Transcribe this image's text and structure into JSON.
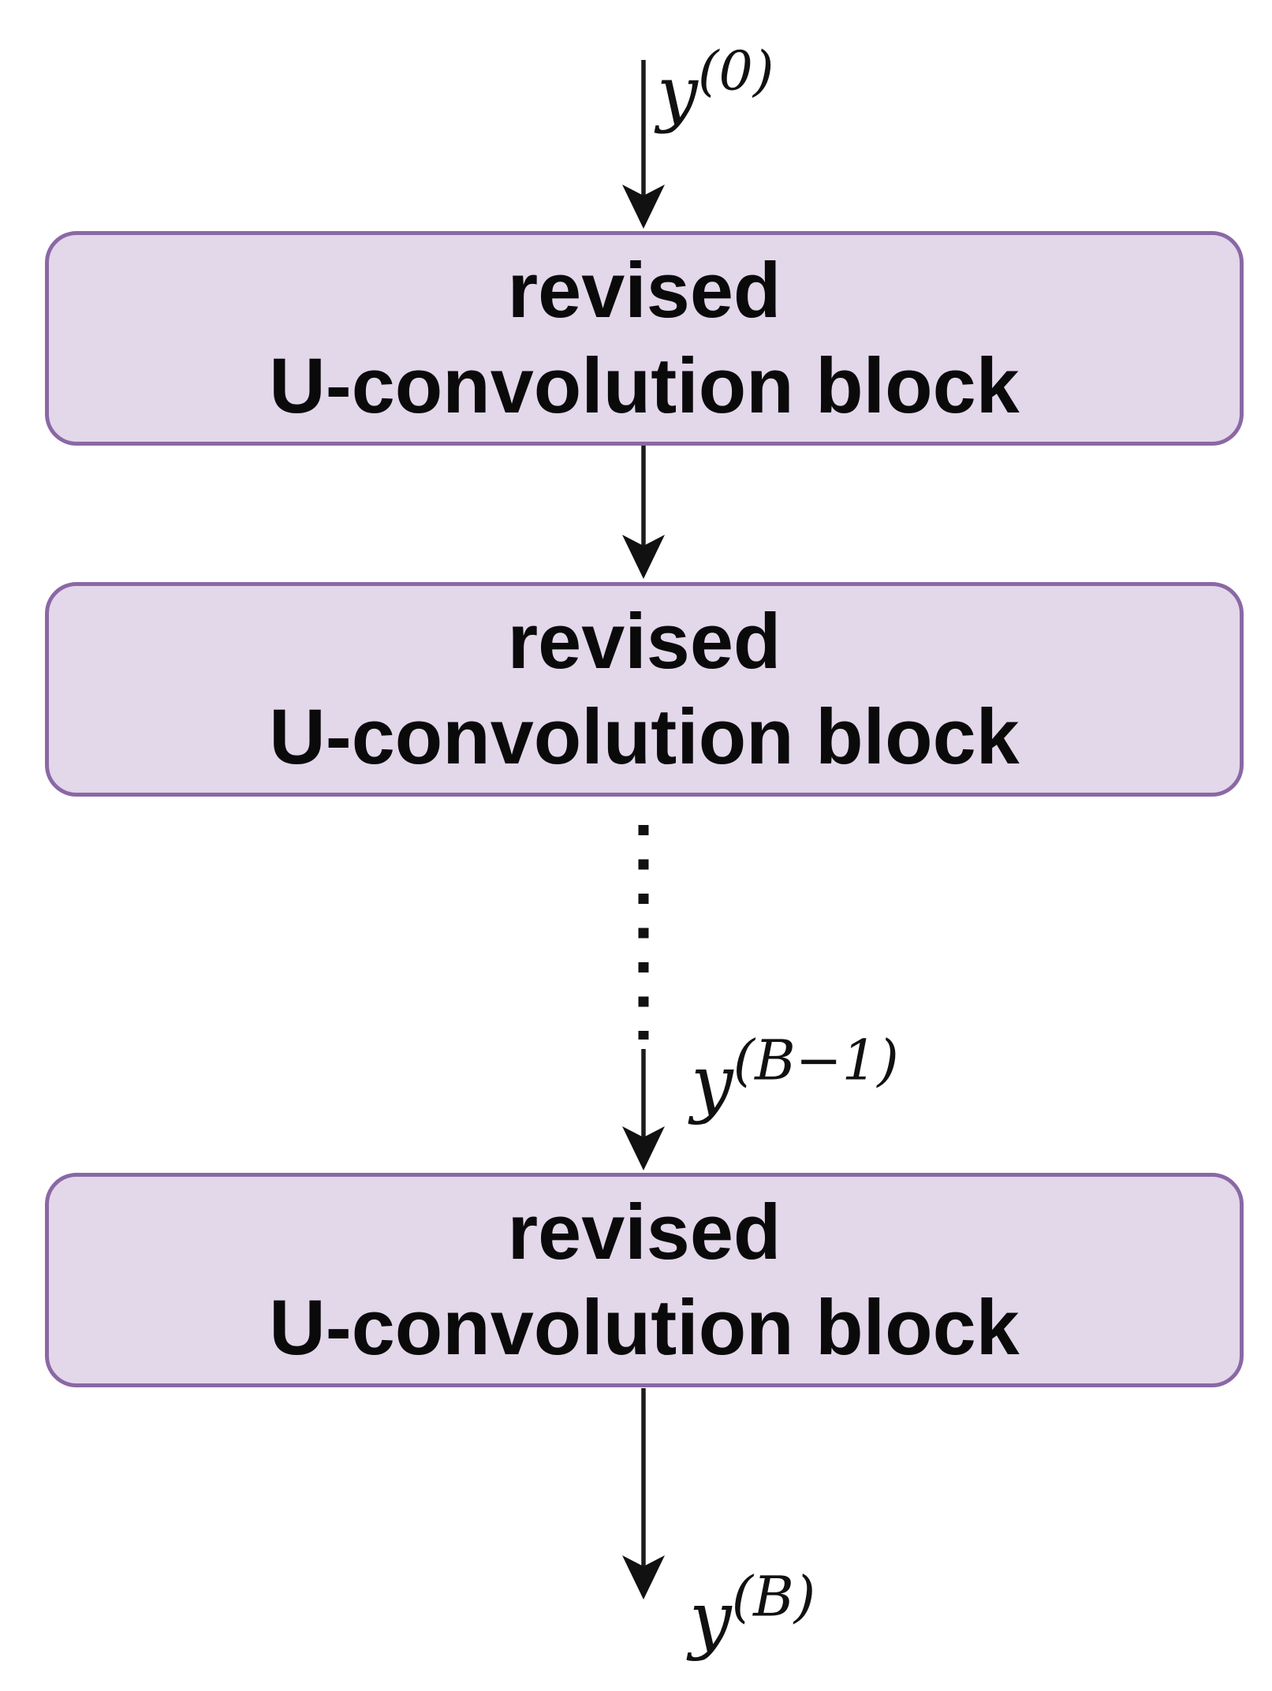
{
  "figure": {
    "blocks": [
      {
        "line1": "revised",
        "line2": "U-convolution block"
      },
      {
        "line1": "revised",
        "line2": "U-convolution block"
      },
      {
        "line1": "revised",
        "line2": "U-convolution block"
      }
    ],
    "labels": {
      "input": {
        "base": "y",
        "sup": "(0)"
      },
      "hidden": {
        "base": "y",
        "sup": "(B−1)"
      },
      "output": {
        "base": "y",
        "sup": "(B)"
      }
    },
    "colors": {
      "block_fill": "#E3D7EA",
      "block_border": "#8A68A5",
      "arrow": "#1C1C1C",
      "text": "#0A0A0A",
      "background": "#FFFFFF"
    }
  }
}
